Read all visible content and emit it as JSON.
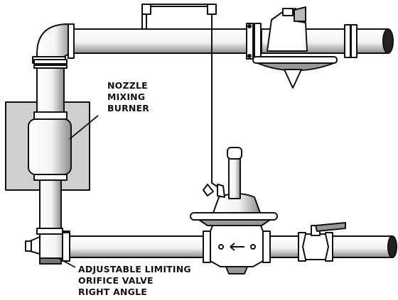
{
  "diagram": {
    "labels": {
      "burner": [
        "NOZZLE",
        "MIXING",
        "BURNER"
      ],
      "valve": [
        "ADJUSTABLE LIMITING",
        "ORIFICE VALVE",
        "RIGHT ANGLE"
      ]
    },
    "colors": {
      "line": "#111111",
      "pipe_fill": "#ffffff",
      "shade": "#9a9a9a",
      "panel": "#cfcfcf"
    }
  }
}
